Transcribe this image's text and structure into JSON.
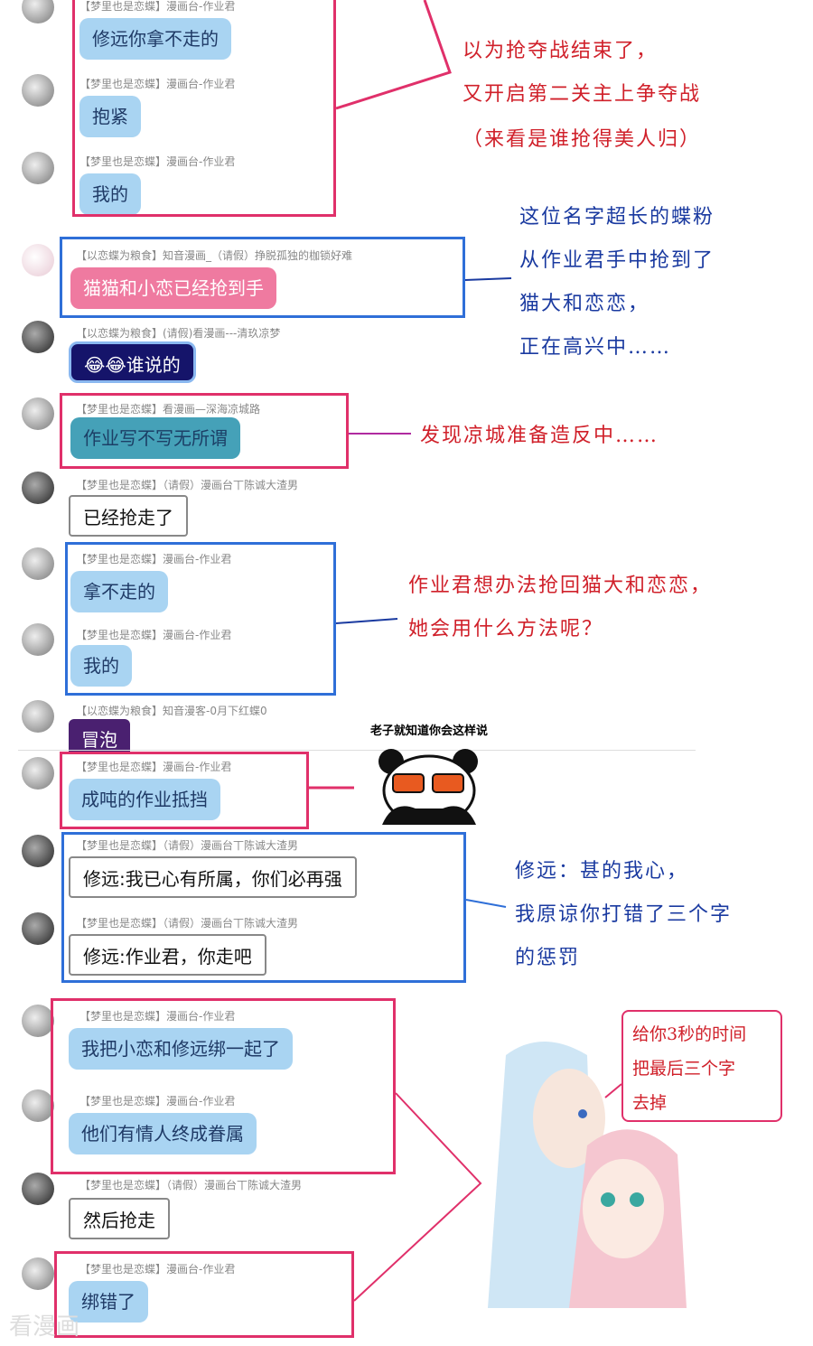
{
  "messages": [
    {
      "name": "【梦里也是恋蝶】漫画台-作业君",
      "text": "修远你拿不走的"
    },
    {
      "name": "【梦里也是恋蝶】漫画台-作业君",
      "text": "抱紧"
    },
    {
      "name": "【梦里也是恋蝶】漫画台-作业君",
      "text": "我的"
    },
    {
      "name": "【以恋蝶为粮食】知音漫画_（请假）挣脱孤独的枷锁好难",
      "text": "猫猫和小恋已经抢到手"
    },
    {
      "name": "【以恋蝶为粮食】(请假)看漫画---清玖凉梦",
      "text": "😂😂谁说的"
    },
    {
      "name": "【梦里也是恋蝶】看漫画—深海凉城路",
      "text": "作业写不写无所谓"
    },
    {
      "name": "【梦里也是恋蝶】（请假）漫画台丅陈诚大渣男",
      "text": "已经抢走了"
    },
    {
      "name": "【梦里也是恋蝶】漫画台-作业君",
      "text": "拿不走的"
    },
    {
      "name": "【梦里也是恋蝶】漫画台-作业君",
      "text": "我的"
    },
    {
      "name": "【以恋蝶为粮食】知音漫客-0月下红蝶0",
      "text": "冒泡"
    },
    {
      "name": "【梦里也是恋蝶】漫画台-作业君",
      "text": "成吨的作业抵挡"
    },
    {
      "name": "【梦里也是恋蝶】（请假）漫画台丅陈诚大渣男",
      "text": "修远:我已心有所属，你们必再强"
    },
    {
      "name": "【梦里也是恋蝶】（请假）漫画台丅陈诚大渣男",
      "text": "修远:作业君，你走吧"
    },
    {
      "name": "【梦里也是恋蝶】漫画台-作业君",
      "text": "我把小恋和修远绑一起了"
    },
    {
      "name": "【梦里也是恋蝶】漫画台-作业君",
      "text": "他们有情人终成眷属"
    },
    {
      "name": "【梦里也是恋蝶】（请假）漫画台丅陈诚大渣男",
      "text": "然后抢走"
    },
    {
      "name": "【梦里也是恋蝶】漫画台-作业君",
      "text": "绑错了"
    }
  ],
  "notes": {
    "n1": [
      "以为抢夺战结束了，",
      "又开启第二关主上争夺战",
      "（来看是谁抢得美人归）"
    ],
    "n2": [
      "这位名字超长的蝶粉",
      "从作业君手中抢到了",
      "猫大和恋恋，",
      "正在高兴中……"
    ],
    "n3": "发现凉城准备造反中……",
    "n4": [
      "作业君想办法抢回猫大和恋恋，",
      "她会用什么方法呢？"
    ],
    "panda_caption": "老子就知道你会这样说",
    "n5": [
      "修远：甚的我心，",
      "我原谅你打错了三个字",
      "的惩罚"
    ],
    "speech": [
      "给你3秒的时间",
      "把最后三个字",
      "去掉"
    ]
  },
  "watermark": "看漫画",
  "colors": {
    "red": "#e0306a",
    "blue": "#2f6fd8"
  }
}
